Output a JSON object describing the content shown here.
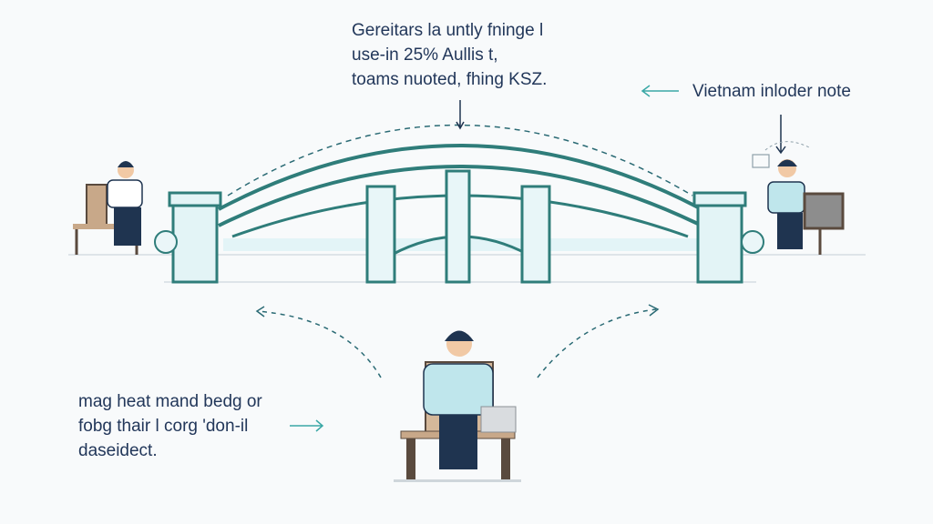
{
  "captions": {
    "top": [
      "Gereitars la untly fningе l",
      "use-in 25% Aullis t,",
      "toams nuoted, fhing KSZ."
    ],
    "left": [
      "mag heat mand bedg or",
      "fobg thair l corg 'don-il",
      "daseidect."
    ],
    "right": "Vietnam inloder note"
  },
  "colors": {
    "accent": "#2f8f8a",
    "dark": "#1f3450",
    "shirt": "#bfe6ec",
    "pillar": "#e3f4f6"
  }
}
